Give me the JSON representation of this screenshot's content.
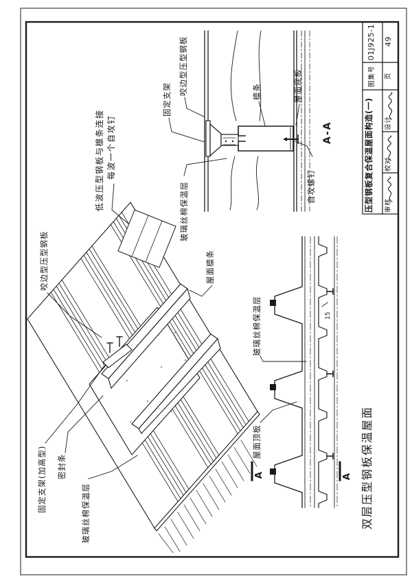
{
  "page": {
    "background": "#ffffff",
    "line_color": "#1a1a1a"
  },
  "title_block": {
    "title": "压型钢板复合保温屋面构造(一)",
    "atlas_no_label": "图集号",
    "atlas_no": "01J925-1",
    "page_label": "页",
    "page_no": "49",
    "roles": [
      {
        "label": "设计"
      },
      {
        "label": "校对"
      },
      {
        "label": "审核"
      }
    ]
  },
  "section_aa": {
    "title": "A-A",
    "labels": {
      "fixed_bracket": "固定支架",
      "seamed_sheet": "咬边型压型钢板",
      "glass_wool": "玻璃丝棉保温层",
      "purlin": "檩条",
      "roof_bottom_sheet": "屋面底板",
      "self_tapping_screw": "自攻螺钉"
    }
  },
  "note": {
    "line1": "低波压型钢板与檩条连接",
    "line2": "每波一个自攻钉"
  },
  "iso_view": {
    "labels": {
      "seamed_sheet": "咬边型压型钢板",
      "roof_purlin": "屋面檩条",
      "fixed_bracket_raised": "固定支架(加高型)",
      "sealing_strip": "密封条",
      "glass_wool": "玻璃丝棉保温层"
    }
  },
  "elevation": {
    "labels": {
      "glass_wool": "玻璃丝棉保温层",
      "roof_top_sheet": "屋面顶板"
    },
    "dim": "15",
    "section_mark": "A",
    "caption": "双层压型钢板保温屋面"
  }
}
